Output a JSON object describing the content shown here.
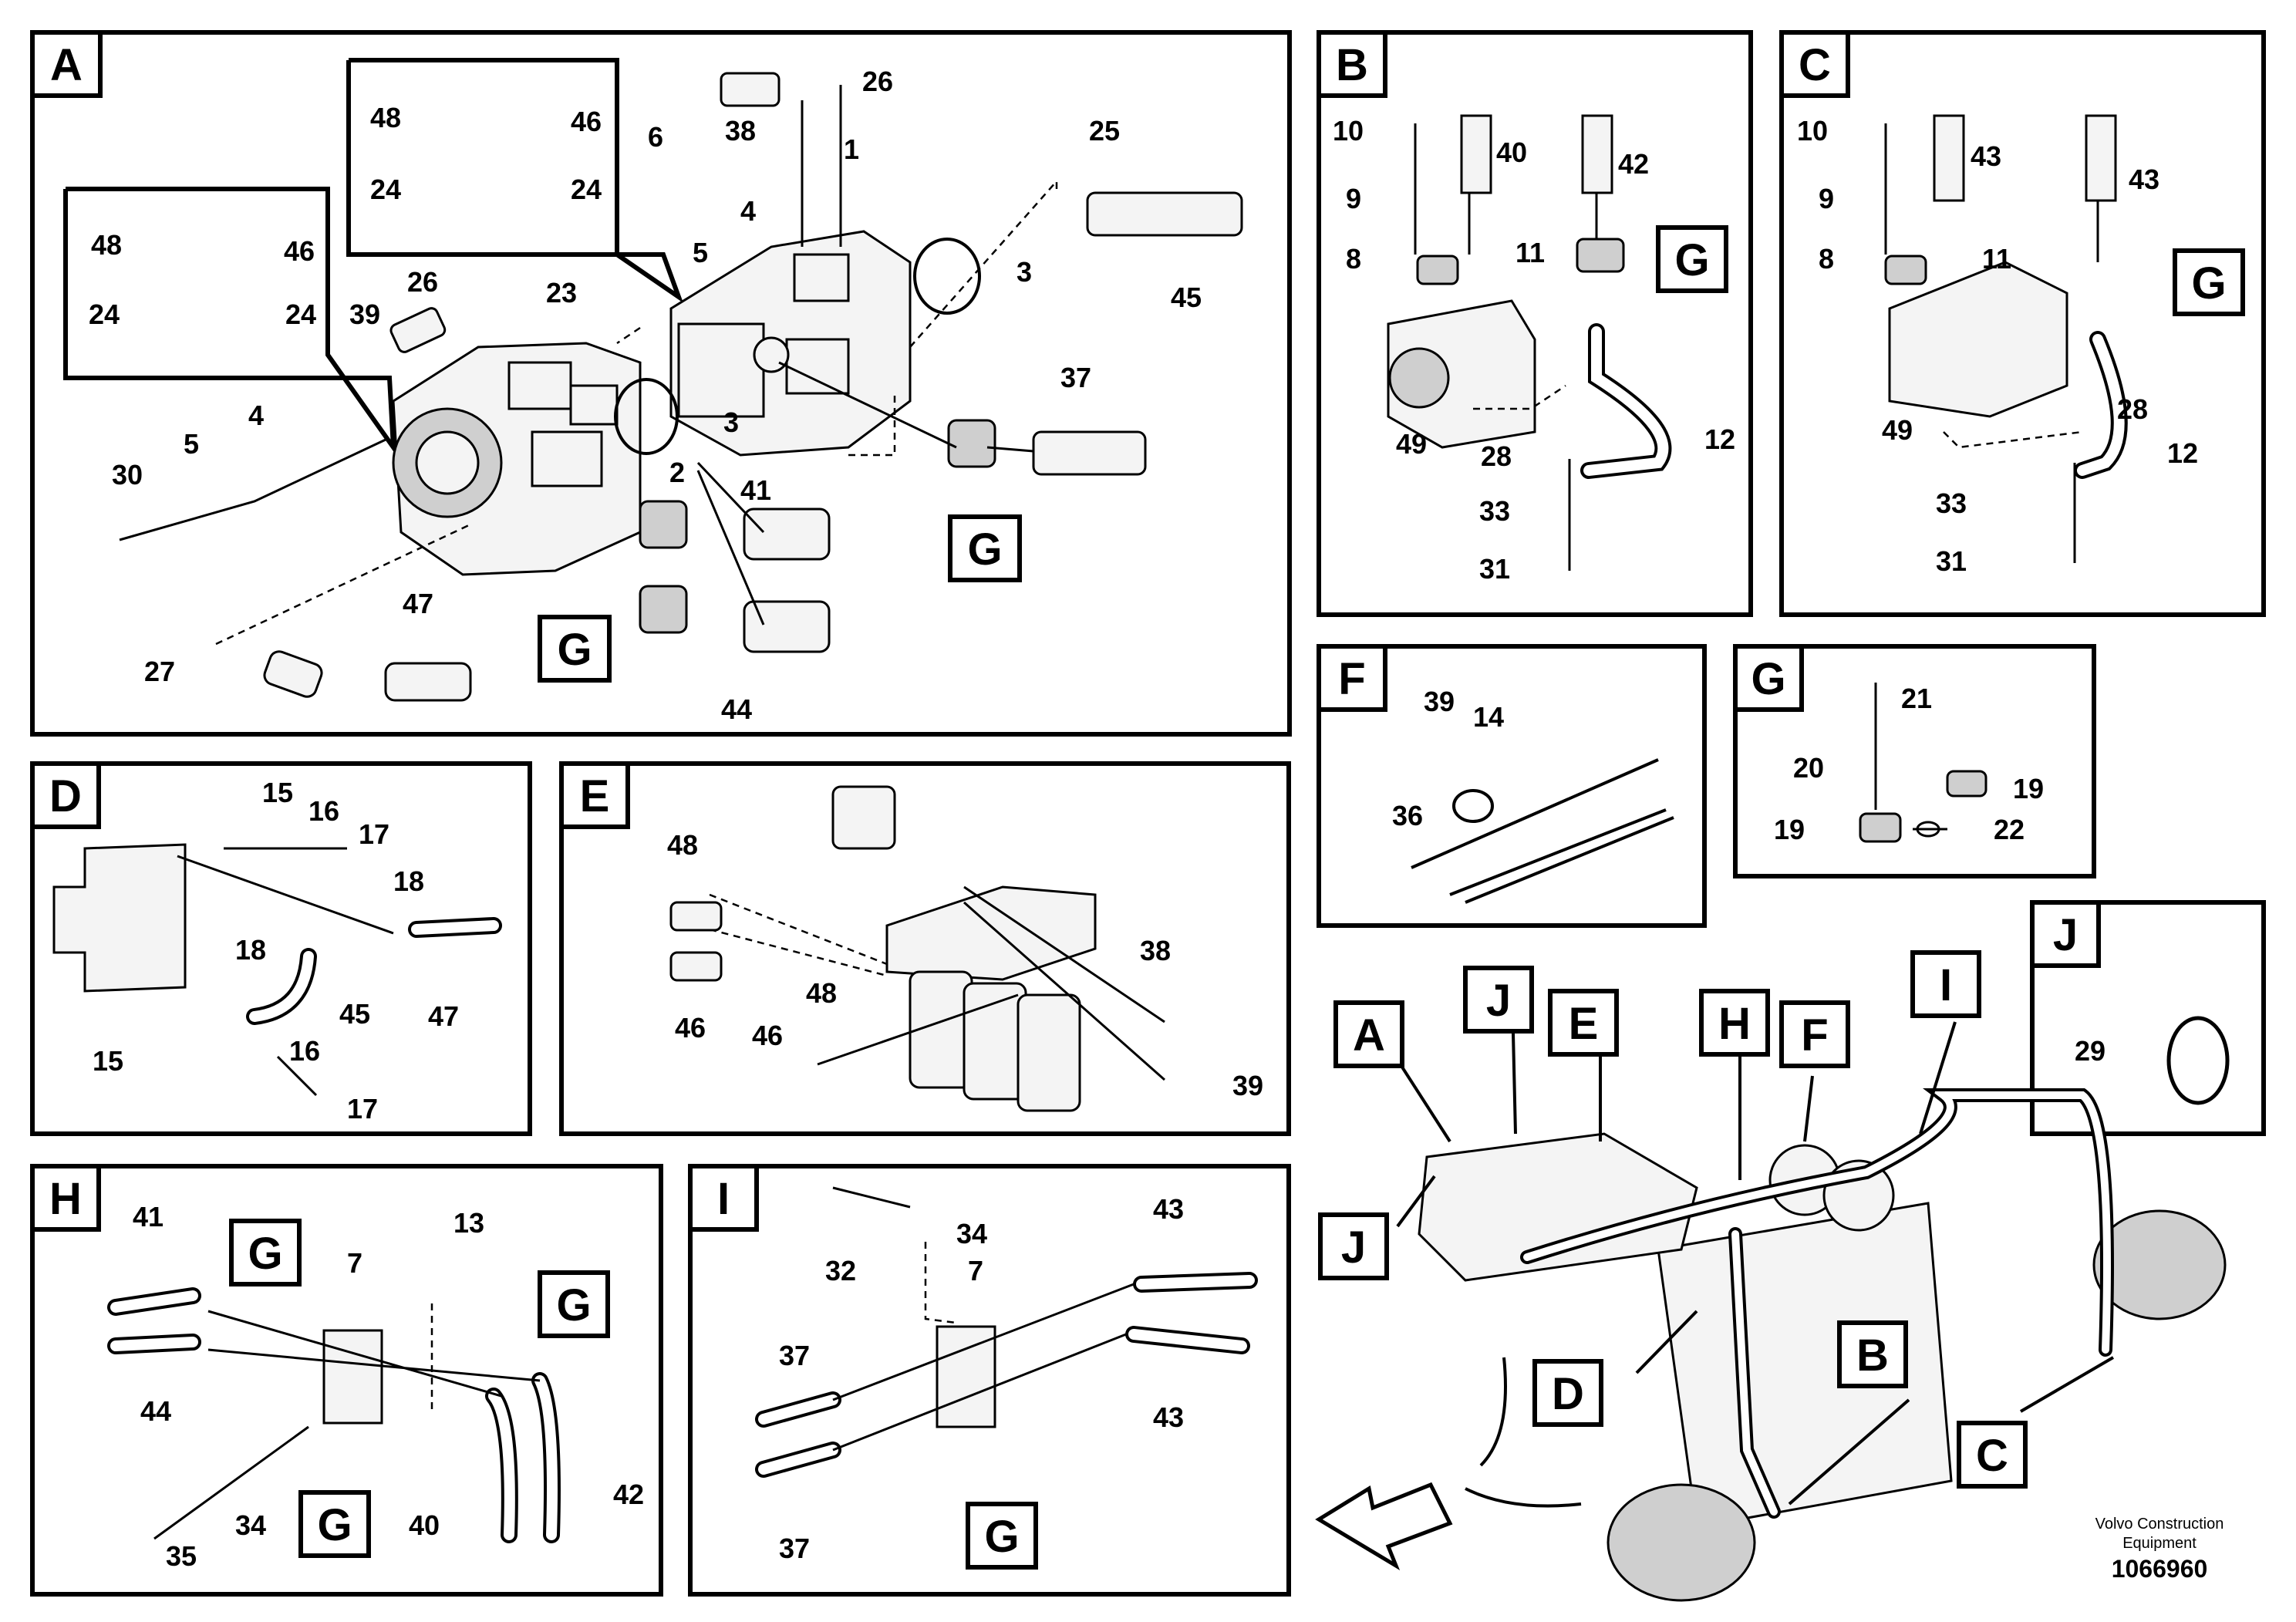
{
  "panels": {
    "A": {
      "label": "A",
      "parts": [
        "1",
        "2",
        "3",
        "3",
        "4",
        "4",
        "5",
        "5",
        "6",
        "23",
        "24",
        "24",
        "24",
        "24",
        "25",
        "26",
        "26",
        "27",
        "30",
        "37",
        "38",
        "39",
        "41",
        "44",
        "45",
        "46",
        "46",
        "47",
        "48",
        "48"
      ],
      "refs": [
        "G",
        "G"
      ]
    },
    "B": {
      "label": "B",
      "parts": [
        "8",
        "9",
        "10",
        "11",
        "12",
        "28",
        "31",
        "33",
        "40",
        "42",
        "49"
      ],
      "refs": [
        "G"
      ]
    },
    "C": {
      "label": "C",
      "parts": [
        "8",
        "9",
        "10",
        "11",
        "12",
        "28",
        "31",
        "33",
        "43",
        "43",
        "49"
      ],
      "refs": [
        "G"
      ]
    },
    "D": {
      "label": "D",
      "parts": [
        "15",
        "15",
        "16",
        "16",
        "17",
        "17",
        "18",
        "18",
        "45",
        "47"
      ]
    },
    "E": {
      "label": "E",
      "parts": [
        "38",
        "39",
        "46",
        "46",
        "48",
        "48"
      ]
    },
    "F": {
      "label": "F",
      "parts": [
        "14",
        "36",
        "39"
      ]
    },
    "G": {
      "label": "G",
      "parts": [
        "19",
        "19",
        "20",
        "21",
        "22"
      ]
    },
    "H": {
      "label": "H",
      "parts": [
        "7",
        "13",
        "34",
        "35",
        "40",
        "41",
        "42",
        "44"
      ],
      "refs": [
        "G",
        "G",
        "G"
      ]
    },
    "I": {
      "label": "I",
      "parts": [
        "7",
        "32",
        "34",
        "37",
        "37",
        "43",
        "43"
      ],
      "refs": [
        "G"
      ]
    },
    "J": {
      "label": "J",
      "parts": [
        "29"
      ]
    }
  },
  "overview": {
    "callouts": [
      "A",
      "J",
      "E",
      "H",
      "F",
      "I",
      "J",
      "D",
      "B",
      "C"
    ]
  },
  "footer": {
    "brand_line1": "Volvo Construction",
    "brand_line2": "Equipment",
    "drawing_number": "1066960"
  }
}
